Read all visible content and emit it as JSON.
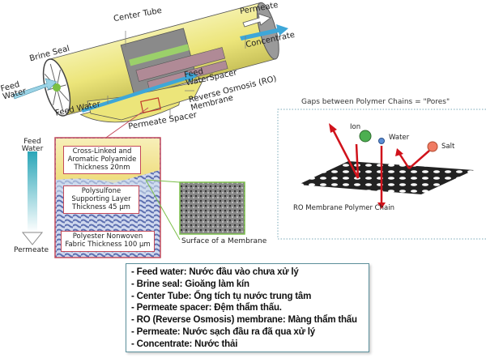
{
  "module_labels": {
    "center_tube": "Center Tube",
    "permeate": "Permeate",
    "concentrate": "Concentrate",
    "brine_seal": "Brine Seal",
    "feed_water_left": "Feed\nWater",
    "feed_water_spacer": "Feed\nWaterSpacer",
    "ro_membrane": "Reverse Osmosis (RO)\nMembrane",
    "feed_water": "Feed Water",
    "permeate_spacer": "Permeate Spacer"
  },
  "layers": {
    "flow_top": "Feed\nWater",
    "flow_bottom": "Permeate",
    "polyamide": "Cross-Linked and\nAromatic Polyamide\nThickness 20nm",
    "polysulfone": "Polysulfone\nSupporting Layer\nThickness 45 μm",
    "polyester": "Polyester Nonwoven\nFabric Thickness 100 μm",
    "surface_caption": "Surface of a Membrane"
  },
  "polymer": {
    "title": "Gaps between Polymer Chains = \"Pores\"",
    "ion": "Ion",
    "water": "Water",
    "salt": "Salt",
    "caption": "RO Membrane Polymer Chain"
  },
  "legend": [
    "- Feed water: Nước đầu vào chưa xử lý",
    "- Brine seal: Gioăng làm kín",
    "- Center Tube: Ống tích tụ nước trung tâm",
    "- Permeate spacer: Đệm thẩm thấu.",
    "- RO (Reverse Osmosis) membrane: Màng thẩm thấu",
    "- Permeate: Nước sạch đầu ra đã qua xử lý",
    "- Concentrate: Nước thải"
  ]
}
